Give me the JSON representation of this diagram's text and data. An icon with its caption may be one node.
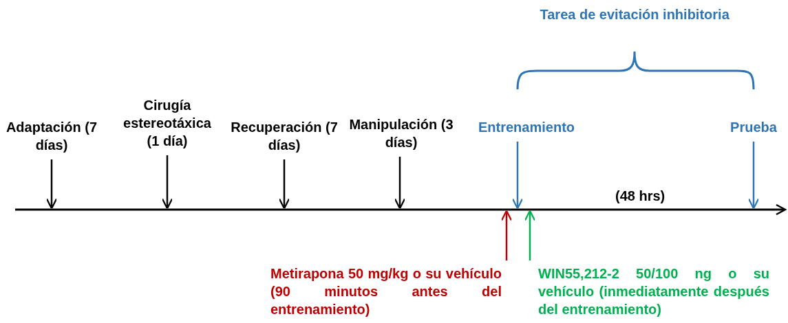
{
  "diagram": {
    "nodes": [
      {
        "text": [
          "Adaptación (7 días)"
        ]
      },
      {
        "text": [
          "Cirugía estereotáxica (1 día)"
        ]
      },
      {
        "text": [
          "Recuperación (7 días)"
        ]
      },
      {
        "text": [
          "Manipulación (3 días)"
        ]
      },
      {
        "text": [
          "Entrenamiento"
        ]
      },
      {
        "text": [
          "Prueba"
        ]
      },
      {
        "text": [
          "Metirapona 50 mg/kg o su vehículo (90 minutos antes del entrenamiento)"
        ]
      },
      {
        "text": [
          "WIN55,212-2 50/100 ng o su vehículo (inmediatamente después del entrenamiento)"
        ]
      }
    ],
    "edges": [
      {
        "from": 0,
        "to": null,
        "arrow": "to"
      },
      {
        "from": 1,
        "to": null,
        "arrow": "to"
      },
      {
        "from": 2,
        "to": null,
        "arrow": "to"
      },
      {
        "from": 3,
        "to": null,
        "arrow": "to"
      },
      {
        "from": 4,
        "to": null,
        "arrow": "to",
        "color": "#2e75b6"
      },
      {
        "from": 5,
        "to": null,
        "arrow": "to",
        "color": "#2e75b6"
      },
      {
        "from": 6,
        "to": null,
        "arrow": "to",
        "color": "#c00000"
      },
      {
        "from": 7,
        "to": null,
        "arrow": "to",
        "color": "#00b050"
      }
    ],
    "labels": [
      "Tarea de evitación inhibitoria",
      "(48 hrs)"
    ]
  }
}
